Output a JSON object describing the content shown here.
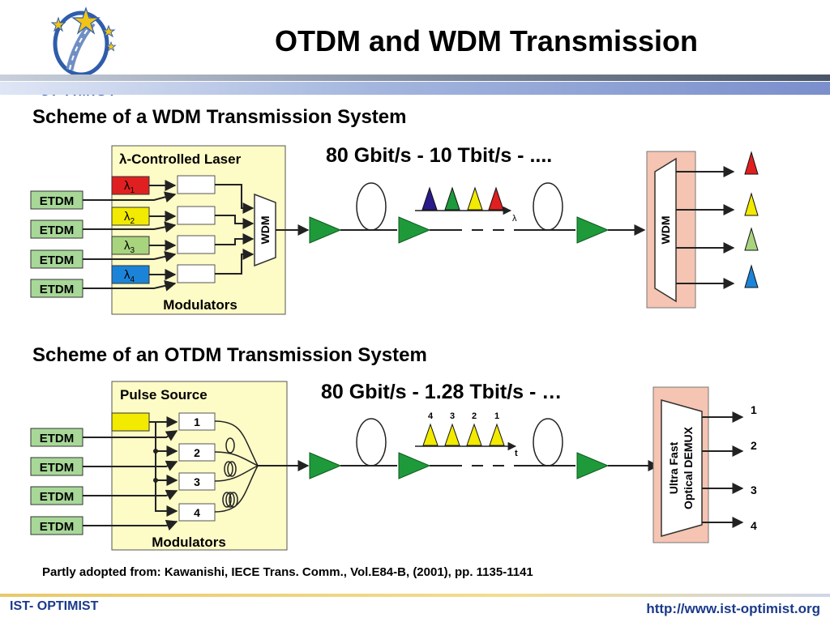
{
  "logo": {
    "text": "OPTIMIST"
  },
  "title": "OTDM and WDM Transmission",
  "wdm": {
    "heading": "Scheme of a WDM Transmission System",
    "rate": "80  Gbit/s - 10 Tbit/s - ....",
    "laser_label": "λ-Controlled Laser",
    "modulators_label": "Modulators",
    "mux_label": "WDM",
    "demux_label": "WDM",
    "axis_label": "λ",
    "etdm": [
      "ETDM",
      "ETDM",
      "ETDM",
      "ETDM"
    ],
    "lambdas": [
      {
        "sym": "λ",
        "sub": "1",
        "color": "#e02020"
      },
      {
        "sym": "λ",
        "sub": "2",
        "color": "#f2ea00"
      },
      {
        "sym": "λ",
        "sub": "3",
        "color": "#a8d47e"
      },
      {
        "sym": "λ",
        "sub": "4",
        "color": "#1b84d8"
      }
    ],
    "spectrum_colors": [
      "#2a1a8a",
      "#1c9a3c",
      "#f2ea00",
      "#e02020"
    ],
    "output_colors": [
      "#e02020",
      "#f2ea00",
      "#a8d47e",
      "#1b84d8"
    ]
  },
  "otdm": {
    "heading": "Scheme of an OTDM Transmission System",
    "rate": "80  Gbit/s - 1.28 Tbit/s - …",
    "pulse_label": "Pulse Source",
    "modulators_label": "Modulators",
    "demux_label_1": "Ultra Fast",
    "demux_label_2": "Optical DEMUX",
    "axis_label": "t",
    "etdm": [
      "ETDM",
      "ETDM",
      "ETDM",
      "ETDM"
    ],
    "channels": [
      "1",
      "2",
      "3",
      "4"
    ],
    "pulse_labels": [
      "4",
      "3",
      "2",
      "1"
    ],
    "outputs": [
      "1",
      "2",
      "3",
      "4"
    ],
    "pulse_color": "#f2ea00"
  },
  "citation": "Partly adopted from: Kawanishi, IECE Trans. Comm., Vol.E84-B, (2001), pp. 1135-1141",
  "footer": {
    "left": "IST- OPTIMIST",
    "right": "http://www.ist-optimist.org"
  },
  "colors": {
    "module_bg": "#fdfbc6",
    "etdm_bg": "#a8d898",
    "amp": "#1e9a3a",
    "demux_bg": "#f5c4b2",
    "footer_text": "#1a3a8a"
  }
}
